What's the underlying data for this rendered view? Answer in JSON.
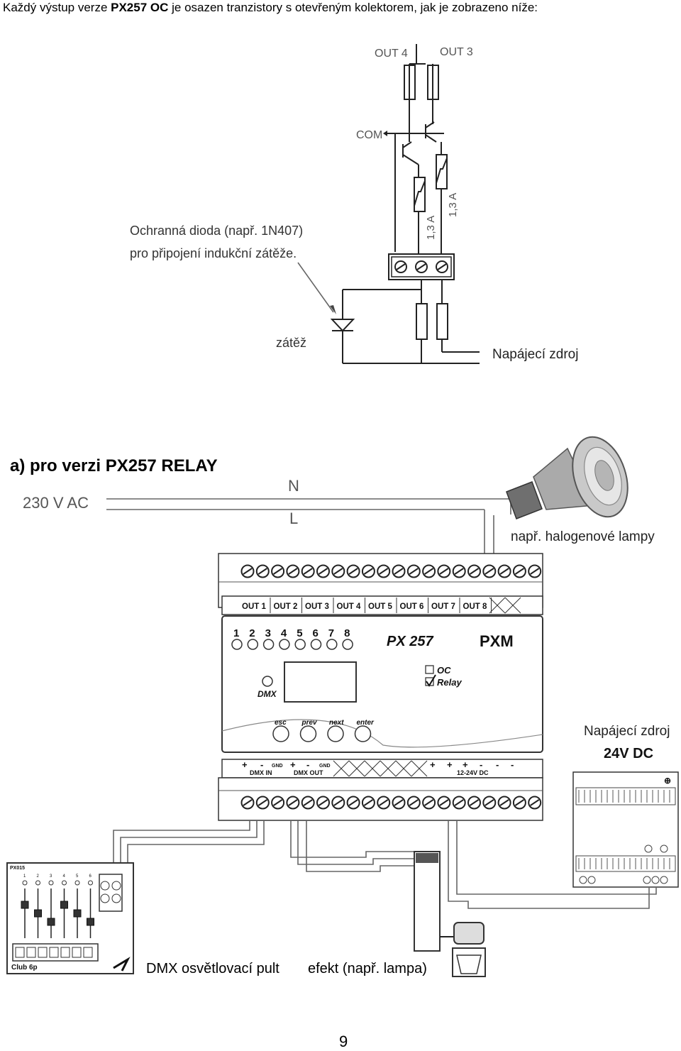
{
  "intro": {
    "prefix": "Každý výstup verze ",
    "model": "PX257 OC",
    "suffix": " je osazen tranzistory s otevřeným kolektorem, jak je zobrazeno níže:"
  },
  "schematic": {
    "out4": "OUT 4",
    "out3": "OUT 3",
    "com": "COM",
    "fuse1": "1,3 A",
    "fuse2": "1,3 A",
    "diode_note_line1": "Ochranná dioda (např. 1N407)",
    "diode_note_line2": "pro připojení indukční zátěže.",
    "load": "zátěž",
    "power_supply": "Napájecí zdroj"
  },
  "section_a": {
    "title": "a) pro verzi PX257 RELAY",
    "mains": "230 V AC",
    "n": "N",
    "l": "L",
    "halogen": "např. halogenové lampy",
    "psu_label": "Napájecí zdroj",
    "psu_voltage": "24V DC",
    "console": "DMX osvětlovací pult",
    "effect": "efekt (např. lampa)"
  },
  "device": {
    "outputs": [
      "OUT 1",
      "OUT 2",
      "OUT 3",
      "OUT 4",
      "OUT 5",
      "OUT 6",
      "OUT 7",
      "OUT 8"
    ],
    "leds": [
      "1",
      "2",
      "3",
      "4",
      "5",
      "6",
      "7",
      "8"
    ],
    "model": "PX 257",
    "brand": "PXM",
    "opt_oc": "OC",
    "opt_relay": "Relay",
    "dmx": "DMX",
    "buttons": [
      "esc",
      "prev",
      "next",
      "enter"
    ],
    "dmx_in": "DMX IN",
    "dmx_out": "DMX OUT",
    "gnd": "GND",
    "dc_in": "12-24V DC"
  },
  "console_device": {
    "model": "Club 6p",
    "faders": [
      "1",
      "2",
      "3",
      "4",
      "5",
      "6"
    ]
  },
  "page_number": "9"
}
